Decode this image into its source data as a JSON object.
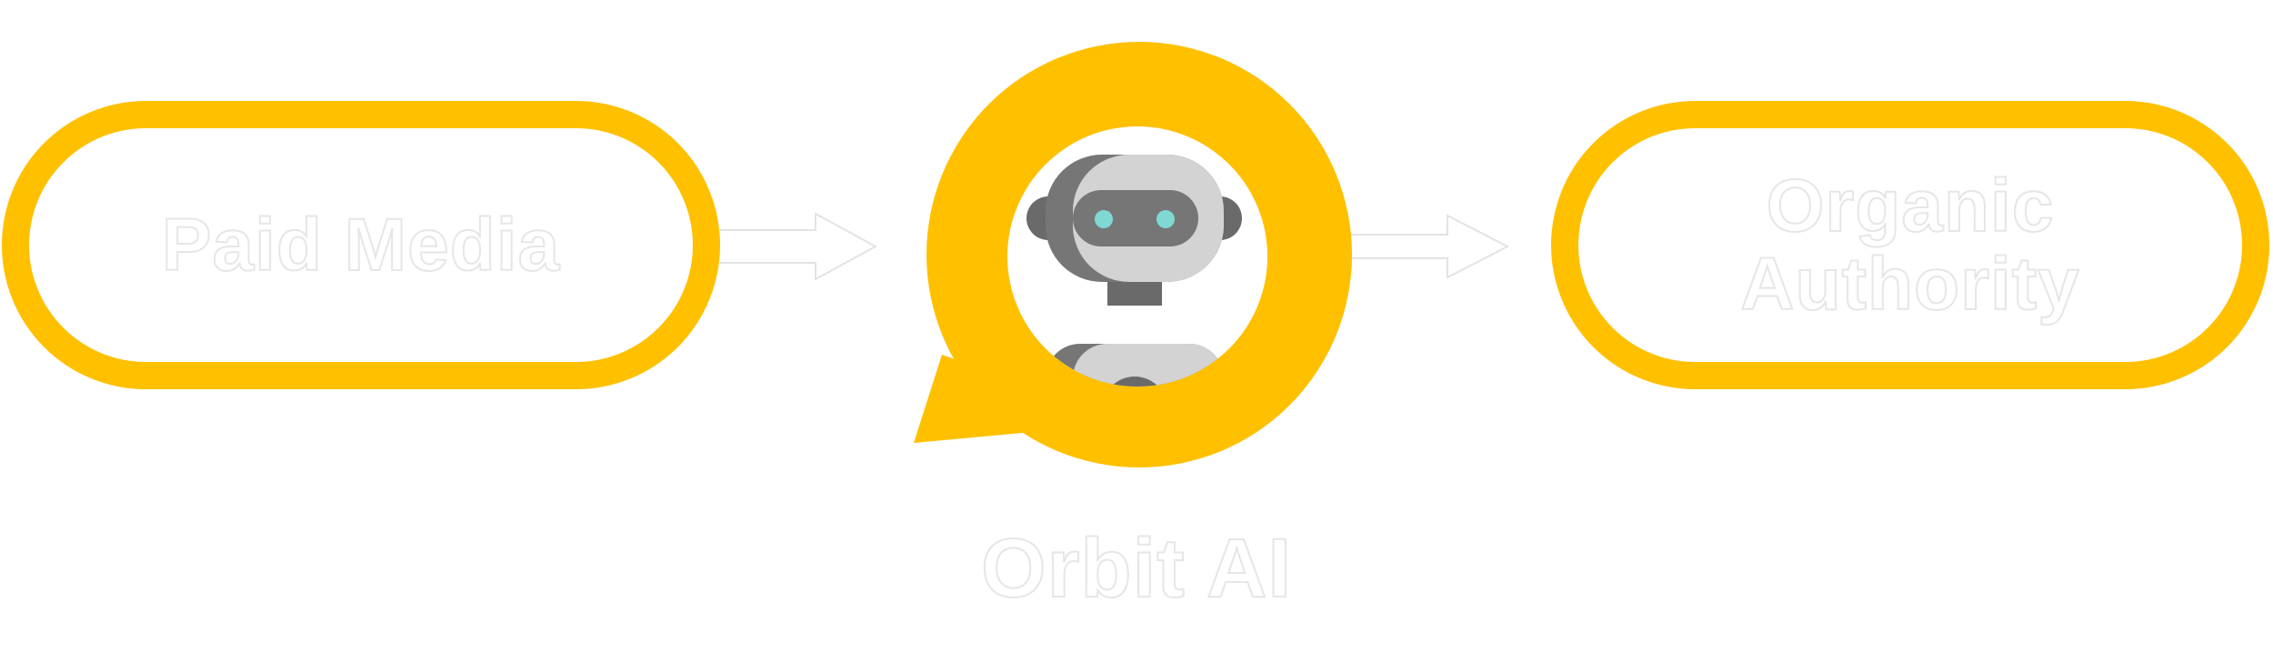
{
  "nodes": {
    "left": {
      "label": "Paid Media"
    },
    "center": {
      "label": "Orbit AI",
      "icon": "robot-icon"
    },
    "right": {
      "label": "Organic\nAuthority"
    }
  },
  "colors": {
    "accent": "#FFC000",
    "label": "#ffffff",
    "robot_dark": "#767676",
    "robot_light": "#D3D3D3",
    "robot_eye": "#7FD8D4"
  }
}
